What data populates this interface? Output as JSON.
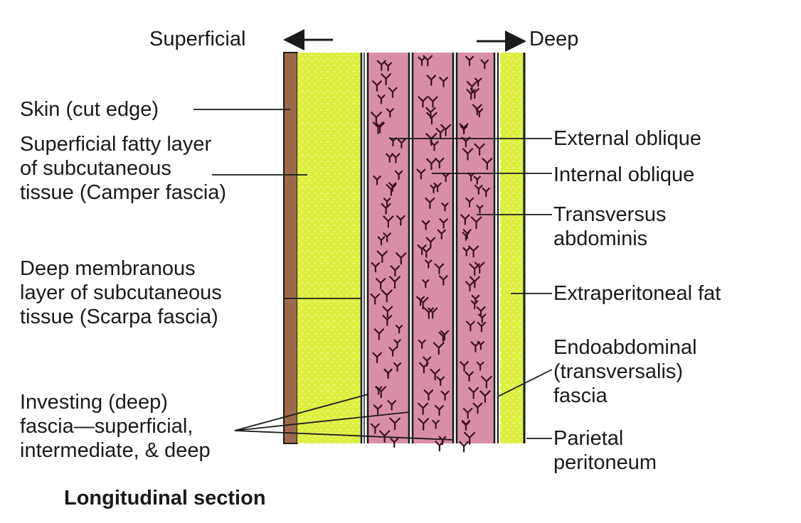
{
  "colors": {
    "skin": "#9c6a4b",
    "fat": "#dcef3c",
    "muscle": "#d88fa6",
    "fascia_line": "#1a1a1a",
    "muscle_fiber": "#3a1020",
    "text": "#1a1a1a"
  },
  "direction": {
    "superficial": "Superficial",
    "deep": "Deep"
  },
  "labels": {
    "skin": [
      "Skin (cut edge)"
    ],
    "camper": [
      "Superficial fatty layer",
      "of subcutaneous",
      "tissue (Camper fascia)"
    ],
    "scarpa": [
      "Deep membranous",
      "layer of subcutaneous",
      "tissue (Scarpa fascia)"
    ],
    "investing": [
      "Investing (deep)",
      "fascia—superficial,",
      "intermediate, & deep"
    ],
    "external_oblique": [
      "External oblique"
    ],
    "internal_oblique": [
      "Internal oblique"
    ],
    "transversus": [
      "Transversus",
      "abdominis"
    ],
    "extraperitoneal": [
      "Extraperitoneal fat"
    ],
    "endoabdominal": [
      "Endoabdominal",
      "(transversalis)",
      "fascia"
    ],
    "parietal": [
      "Parietal",
      "peritoneum"
    ]
  },
  "caption": "Longitudinal section"
}
